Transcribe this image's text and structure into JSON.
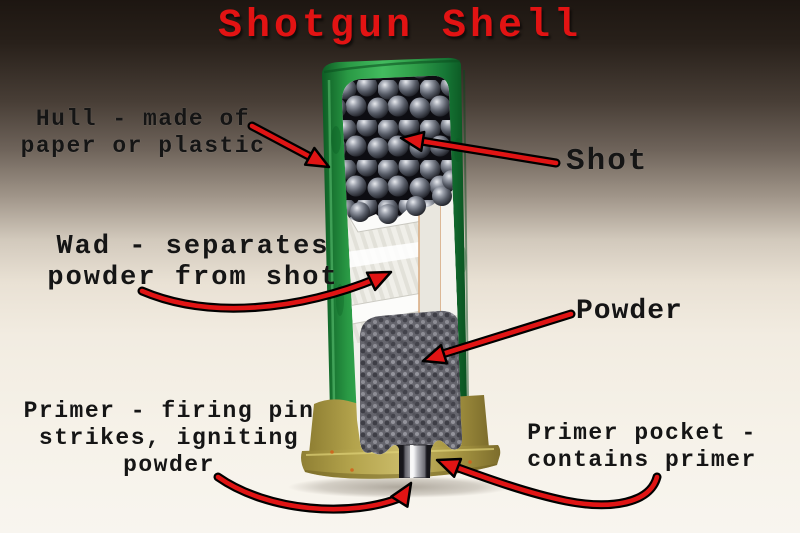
{
  "title": {
    "text": "Shotgun Shell"
  },
  "labels": {
    "hull": "Hull - made of\npaper or plastic",
    "shot": "Shot",
    "wad": "Wad - separates\npowder from shot",
    "powder": "Powder",
    "primer": "Primer - firing pin\nstrikes, igniting\npowder",
    "primer_pocket": "Primer pocket -\ncontains primer"
  },
  "colors": {
    "title_red": "#e21313",
    "label_text": "#151515",
    "arrow_red": "#e01414",
    "arrow_outline": "#000000",
    "hull_green": "#2f9e49",
    "brass_gold": "#b3a34c",
    "shot_pellet_gray": "#8b909b",
    "powder_gray": "#65656d",
    "wad_white": "#f2f1ec",
    "primer_silver": "#c9cacf",
    "background_top": "#1d1611",
    "background_bottom": "#f8f5ef"
  }
}
